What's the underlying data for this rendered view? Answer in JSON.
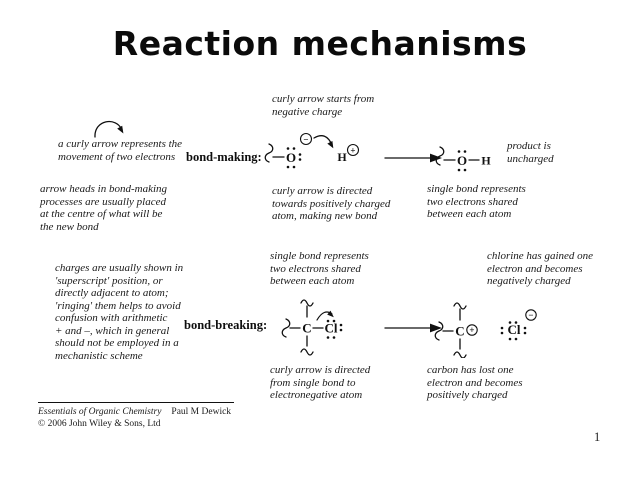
{
  "title": "Reaction mechanisms",
  "page_number": "1",
  "labels": {
    "bond_making": "bond-making:",
    "bond_breaking": "bond-breaking:"
  },
  "annotations": {
    "curly_starts_negative": "curly arrow starts from\nnegative charge",
    "curly_arrow_represents": "a curly arrow represents the\nmovement of two electrons",
    "arrow_heads": "arrow heads in bond-making\nprocesses are usually placed\nat the centre of what will be\nthe new bond",
    "curly_directed_positive": "curly arrow is directed\ntowards positively charged\natom, making new bond",
    "single_bond_making": "single bond represents\ntwo electrons shared\nbetween each atom",
    "product_uncharged": "product is\nuncharged",
    "charges_shown": "charges are usually shown in\n'superscript' position, or\ndirectly adjacent to atom;\n'ringing' them helps to avoid\nconfusion with arithmetic\n+ and –, which in general\nshould not be employed in a\nmechanistic scheme",
    "single_bond_breaking": "single bond represents\ntwo electrons shared\nbetween each atom",
    "chlorine_gained": "chlorine has gained one\nelectron and becomes\nnegatively charged",
    "curly_directed_electronegative": "curly arrow is directed\nfrom single bond to\nelectronegative atom",
    "carbon_lost": "carbon has lost one\nelectron and becomes\npositively charged"
  },
  "atoms": {
    "oxygen": "O",
    "hydrogen": "H",
    "carbon": "C",
    "chlorine": "Cl"
  },
  "charges": {
    "minus": "−",
    "plus": "+"
  },
  "footer": {
    "book_title": "Essentials of Organic Chemistry",
    "author": "Paul M Dewick",
    "copyright": "© 2006 John Wiley & Sons, Ltd"
  }
}
